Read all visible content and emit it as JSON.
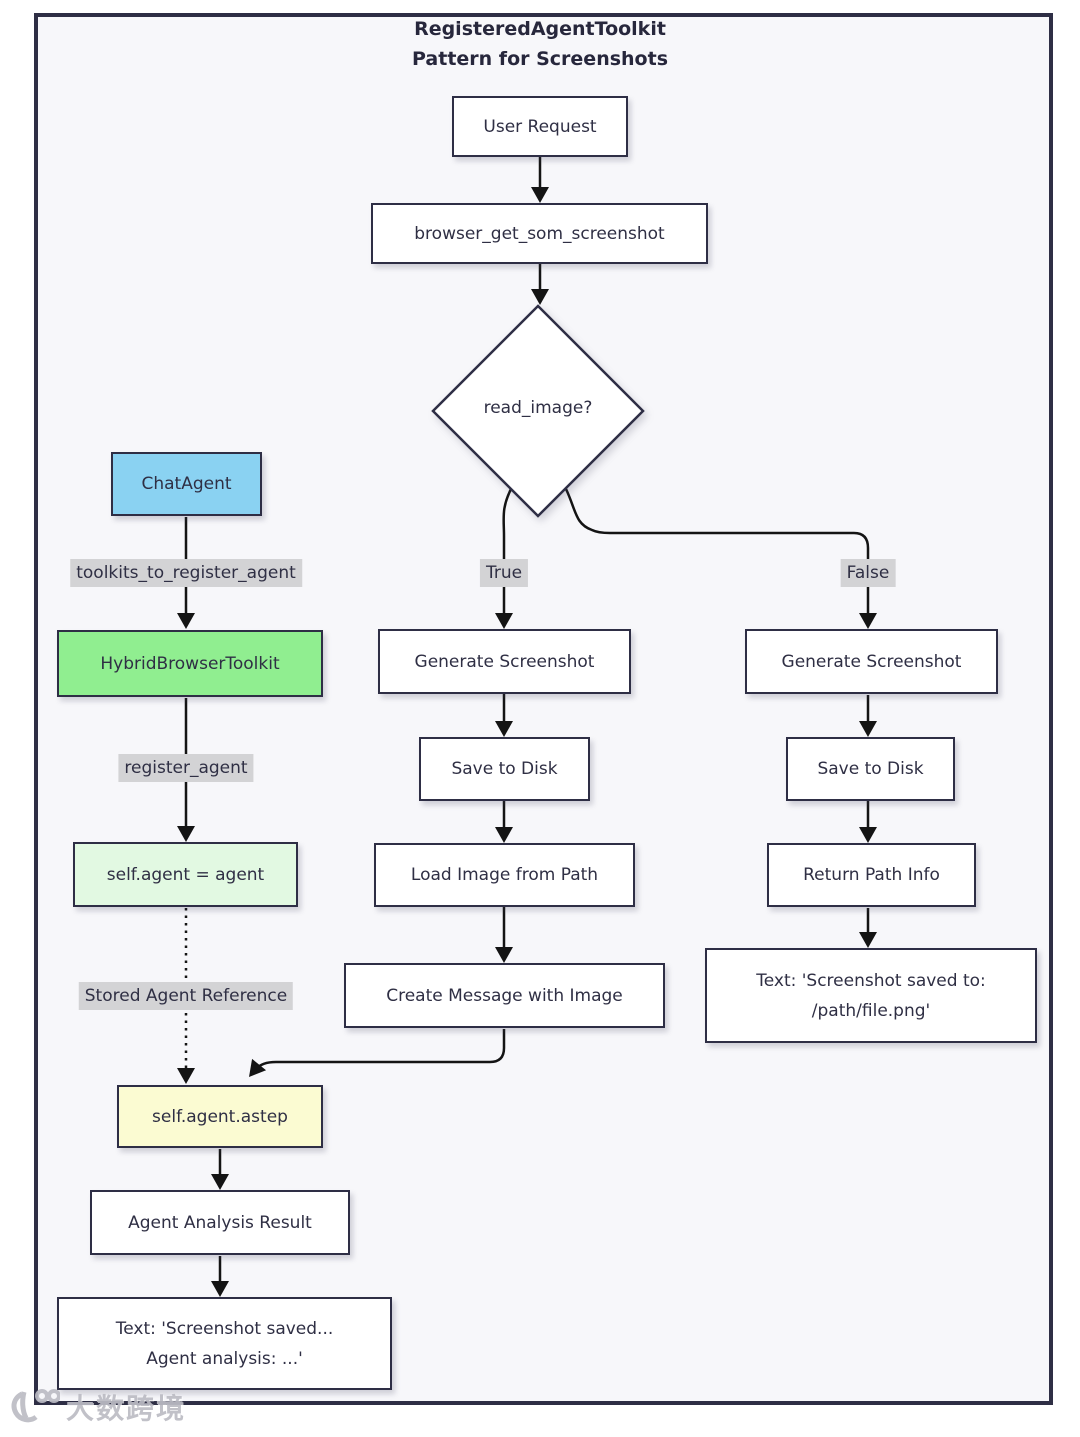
{
  "title": {
    "line1": "RegisteredAgentToolkit",
    "line2": "Pattern for Screenshots"
  },
  "nodes": {
    "user_request": "User Request",
    "browser_get_som_screenshot": "browser_get_som_screenshot",
    "decision": "read_image?",
    "chat_agent": "ChatAgent",
    "hybrid_browser_toolkit": "HybridBrowserToolkit",
    "self_agent_assignment": "self.agent = agent",
    "self_agent_astep": "self.agent.astep",
    "agent_analysis_result": "Agent Analysis Result",
    "result_with_analysis_line1": "Text: 'Screenshot saved...",
    "result_with_analysis_line2": "Agent analysis: ...'",
    "generate_screenshot_true": "Generate Screenshot",
    "save_to_disk_true": "Save to Disk",
    "load_image_from_path": "Load Image from Path",
    "create_message_with_image": "Create Message with Image",
    "generate_screenshot_false": "Generate Screenshot",
    "save_to_disk_false": "Save to Disk",
    "return_path_info": "Return Path Info",
    "result_path_only_line1": "Text: 'Screenshot saved to:",
    "result_path_only_line2": "/path/file.png'"
  },
  "edge_labels": {
    "toolkits_to_register_agent": "toolkits_to_register_agent",
    "register_agent": "register_agent",
    "stored_agent_reference": "Stored Agent Reference",
    "branch_true": "True",
    "branch_false": "False"
  },
  "colors": {
    "background": "#F7F7FA",
    "node_border": "#2E2E45",
    "node_fill_default": "#FFFFFF",
    "chat_agent_fill": "#8AD2F2",
    "hybrid_toolkit_fill": "#90EE90",
    "assignment_fill": "#E2F9E2",
    "astep_fill": "#FBFBD2",
    "edge_label_bg": "#D3D3D5",
    "edge_stroke": "#141414",
    "text": "#2F2F44"
  },
  "watermark": {
    "text": "大数跨境"
  }
}
